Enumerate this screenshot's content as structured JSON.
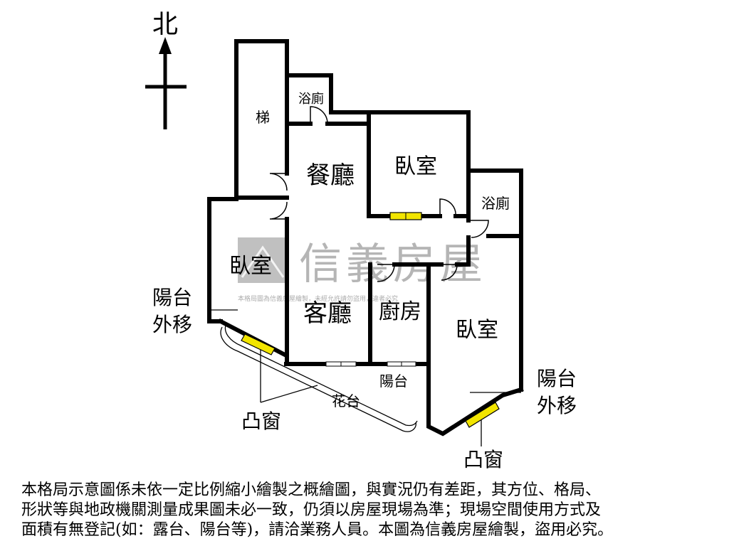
{
  "compass": {
    "label": "北"
  },
  "rooms": {
    "stair": "梯",
    "bath_top": "浴廁",
    "dining": "餐廳",
    "bedroom_top": "臥室",
    "bath_right": "浴廁",
    "bedroom_left": "臥室",
    "living": "客廳",
    "kitchen": "廚房",
    "bedroom_right": "臥室",
    "balcony": "陽台",
    "planter": "花台"
  },
  "callouts": {
    "left_balcony_line1": "陽台",
    "left_balcony_line2": "外移",
    "right_balcony_line1": "陽台",
    "right_balcony_line2": "外移",
    "bay_window_left": "凸窗",
    "bay_window_right": "凸窗"
  },
  "watermark": {
    "brand": "信義房屋",
    "notice": "本格局圖為信義房屋繪製，未經允許請勿盜用，違者必究"
  },
  "disclaimer": {
    "line1": "本格局示意圖係未依一定比例縮小繪製之概繪圖，與實況仍有差距，其方位、格局、",
    "line2": "形狀等與地政機關測量成果圖未必一致，仍須以房屋現場為準；現場空間使用方式及",
    "line3": "面積有無登記(如：露台、陽台等)，請洽業務人員。本圖為信義房屋繪製，盜用必究。"
  },
  "colors": {
    "window_fill": "#f2e500",
    "wall": "#000000",
    "watermark": "#7a7a7a"
  }
}
